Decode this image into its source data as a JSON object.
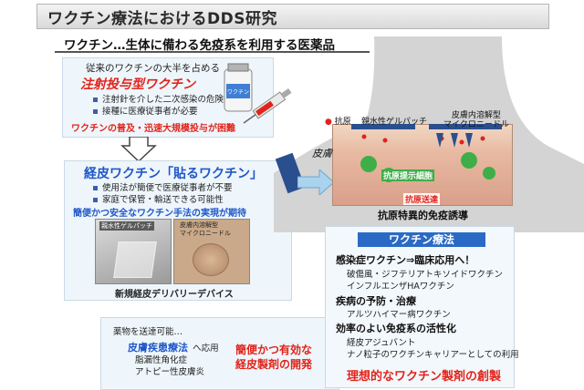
{
  "title": "ワクチン療法におけるDDS研究",
  "subtitle": "ワクチン…生体に備わる免疫系を利用する医薬品",
  "injection": {
    "intro": "従来のワクチンの大半を占める",
    "heading": "注射投与型ワクチン",
    "bullets": [
      "注射針を介した二次感染の危険性",
      "接種に医療従事者が必要"
    ],
    "warning": "ワクチンの普及・迅速大規模投与が困難",
    "vial_label": "ワクチン"
  },
  "transdermal": {
    "heading": "経皮ワクチン「貼るワクチン」",
    "bullets": [
      "使用法が簡便で医療従事者が不要",
      "家庭で保管・輸送できる可能性"
    ],
    "expectation": "簡便かつ安全なワクチン手法の実現が期待",
    "photo1_label": "親水性ゲルパッチ",
    "photo2_label": "皮膚内溶解型\nマイクロニードル",
    "caption": "新規経皮デリバリーデバイス"
  },
  "diagram": {
    "antigen": "抗原",
    "gel_patch": "親水性ゲルパッチ",
    "microneedle": "皮膚内溶解型\nマイクロニードル",
    "skin": "皮膚",
    "apc": "抗原提示細胞",
    "transport": "抗原送達",
    "induction": "抗原特異的免疫誘導"
  },
  "drug": {
    "intro": "薬物を送達可能…",
    "heading": "皮膚疾患療法",
    "heading_suffix": "へ応用",
    "items": [
      "脂漏性角化症",
      "アトピー性皮膚炎"
    ],
    "red": "簡便かつ有効な\n経皮製剤の開発"
  },
  "therapy": {
    "title": "ワクチン療法",
    "s1_head": "感染症ワクチン⇒臨床応用へ！",
    "s1_items": [
      "破傷風・ジフテリアトキソイドワクチン",
      "インフルエンザHAワクチン"
    ],
    "s2_head": "疾病の予防・治療",
    "s2_items": [
      "アルツハイマー病ワクチン"
    ],
    "s3_head": "効率のよい免疫系の活性化",
    "s3_items": [
      "経皮アジュバント",
      "ナノ粒子のワクチンキャリアーとしての利用"
    ],
    "footer": "理想的なワクチン製剤の創製"
  },
  "colors": {
    "red": "#e2231a",
    "blue": "#1f57c9",
    "box": "#eef6fb"
  }
}
